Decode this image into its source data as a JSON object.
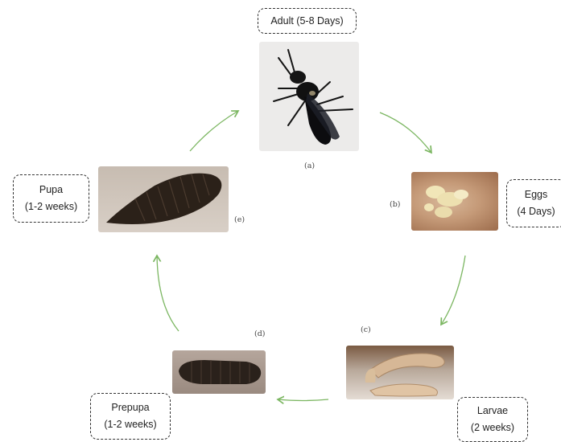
{
  "stages": [
    {
      "id": "adult",
      "name": "Adult (5-8 Days)",
      "tag": "(a)"
    },
    {
      "id": "eggs",
      "name_line1": "Eggs",
      "name_line2": "(4 Days)",
      "tag": "(b)"
    },
    {
      "id": "larvae",
      "name_line1": "Larvae",
      "name_line2": "(2 weeks)",
      "tag": "(c)"
    },
    {
      "id": "prepupa",
      "name_line1": "Prepupa",
      "name_line2": "(1-2 weeks)",
      "tag": "(d)"
    },
    {
      "id": "pupa",
      "name_line1": "Pupa",
      "name_line2": "(1-2 weeks)",
      "tag": "(e)"
    }
  ],
  "colors": {
    "arrow": "#7bb661",
    "box_border": "#333333"
  }
}
